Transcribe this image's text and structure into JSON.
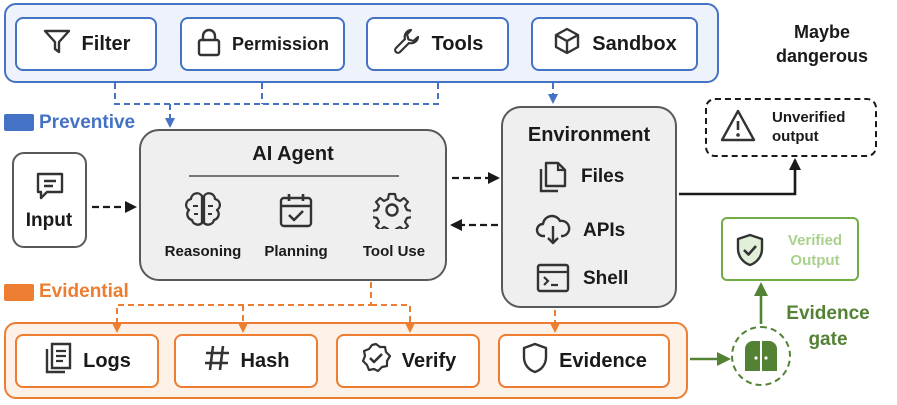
{
  "preventive": {
    "legend_label": "Preventive",
    "color": "#4472c4",
    "tools": [
      {
        "label": "Filter",
        "icon": "filter-icon"
      },
      {
        "label": "Permission",
        "icon": "lock-icon"
      },
      {
        "label": "Tools",
        "icon": "wrench-icon"
      },
      {
        "label": "Sandbox",
        "icon": "cube-icon"
      }
    ]
  },
  "evidential": {
    "legend_label": "Evidential",
    "color": "#ed7d31",
    "tools": [
      {
        "label": "Logs",
        "icon": "documents-icon"
      },
      {
        "label": "Hash",
        "icon": "hash-icon"
      },
      {
        "label": "Verify",
        "icon": "badge-check-icon"
      },
      {
        "label": "Evidence",
        "icon": "shield-icon"
      }
    ]
  },
  "input": {
    "label": "Input",
    "icon": "message-icon"
  },
  "agent": {
    "title": "AI Agent",
    "capabilities": [
      {
        "label": "Reasoning",
        "icon": "brain-icon"
      },
      {
        "label": "Planning",
        "icon": "calendar-check-icon"
      },
      {
        "label": "Tool Use",
        "icon": "gear-icon"
      }
    ]
  },
  "environment": {
    "title": "Environment",
    "items": [
      {
        "label": "Files",
        "icon": "files-icon"
      },
      {
        "label": "APIs",
        "icon": "cloud-download-icon"
      },
      {
        "label": "Shell",
        "icon": "terminal-icon"
      }
    ]
  },
  "unverified": {
    "label": "Unverified output",
    "note": "Maybe dangerous",
    "icon": "warning-icon"
  },
  "verified": {
    "label": "Verified Output",
    "icon": "shield-check-icon",
    "color": "#70ad47"
  },
  "gate": {
    "label": "Evidence gate",
    "icon": "gate-icon",
    "color": "#548235"
  }
}
